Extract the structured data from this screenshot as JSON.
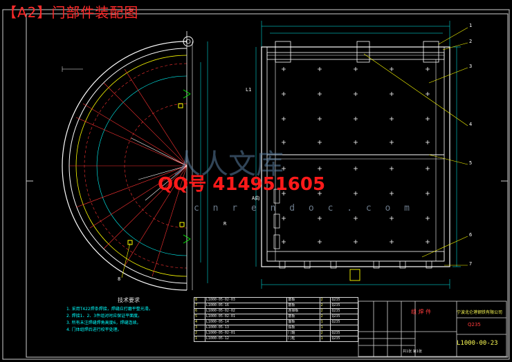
{
  "document": {
    "title": "【A2】门部件装配图",
    "qq_contact": "QQ号 414951605",
    "site_watermark": "c n r e n d o c . c o m",
    "logo_watermark": "人人文库"
  },
  "technical_requirements": {
    "heading": "技术要求",
    "items": [
      "1. 采用T422焊条焊接，焊缝应打磨平整光滑。",
      "2. 焊接1、2、3件组对时应保证平面度。",
      "3. 所有未注焊缝焊角高度6，焊缝连续。",
      "4. 门体组焊后进行校平处理。"
    ]
  },
  "bom": [
    {
      "no": "8",
      "code": "L1000-05-02-03",
      "name": "筋板",
      "qty": "2",
      "material": "Q235"
    },
    {
      "no": "7",
      "code": "L1000-05-16",
      "name": "筋板",
      "qty": "2",
      "material": "Q235"
    },
    {
      "no": "6",
      "code": "L1000-05-02-02",
      "name": "连接板",
      "qty": "2",
      "material": "Q235"
    },
    {
      "no": "5",
      "code": "L1000-05-02-01",
      "name": "筋板",
      "qty": "2",
      "material": "Q235"
    },
    {
      "no": "4",
      "code": "L1000-05-14",
      "name": "面板",
      "qty": "1",
      "material": "Q235"
    },
    {
      "no": "3",
      "code": "L1000-05-13",
      "name": "弧板",
      "qty": "1",
      "material": ""
    },
    {
      "no": "2",
      "code": "L1000-05-02-01",
      "name": "门轴",
      "qty": "2",
      "material": "Q235"
    },
    {
      "no": "1",
      "code": "L1000-05-12",
      "name": "门框",
      "qty": "1",
      "material": "Q235"
    }
  ],
  "title_block": {
    "part_name": "组 焊 件",
    "company": "宁波北仑港钢铁有限公司",
    "material": "Q235",
    "drawing_no": "L1000-00-23",
    "sheet": "共1张 第1张"
  },
  "callouts": [
    "1",
    "2",
    "3",
    "4",
    "5",
    "6",
    "7",
    "8"
  ],
  "views": {
    "front_label": "L1",
    "side_label": "R",
    "section_label": "A向"
  }
}
